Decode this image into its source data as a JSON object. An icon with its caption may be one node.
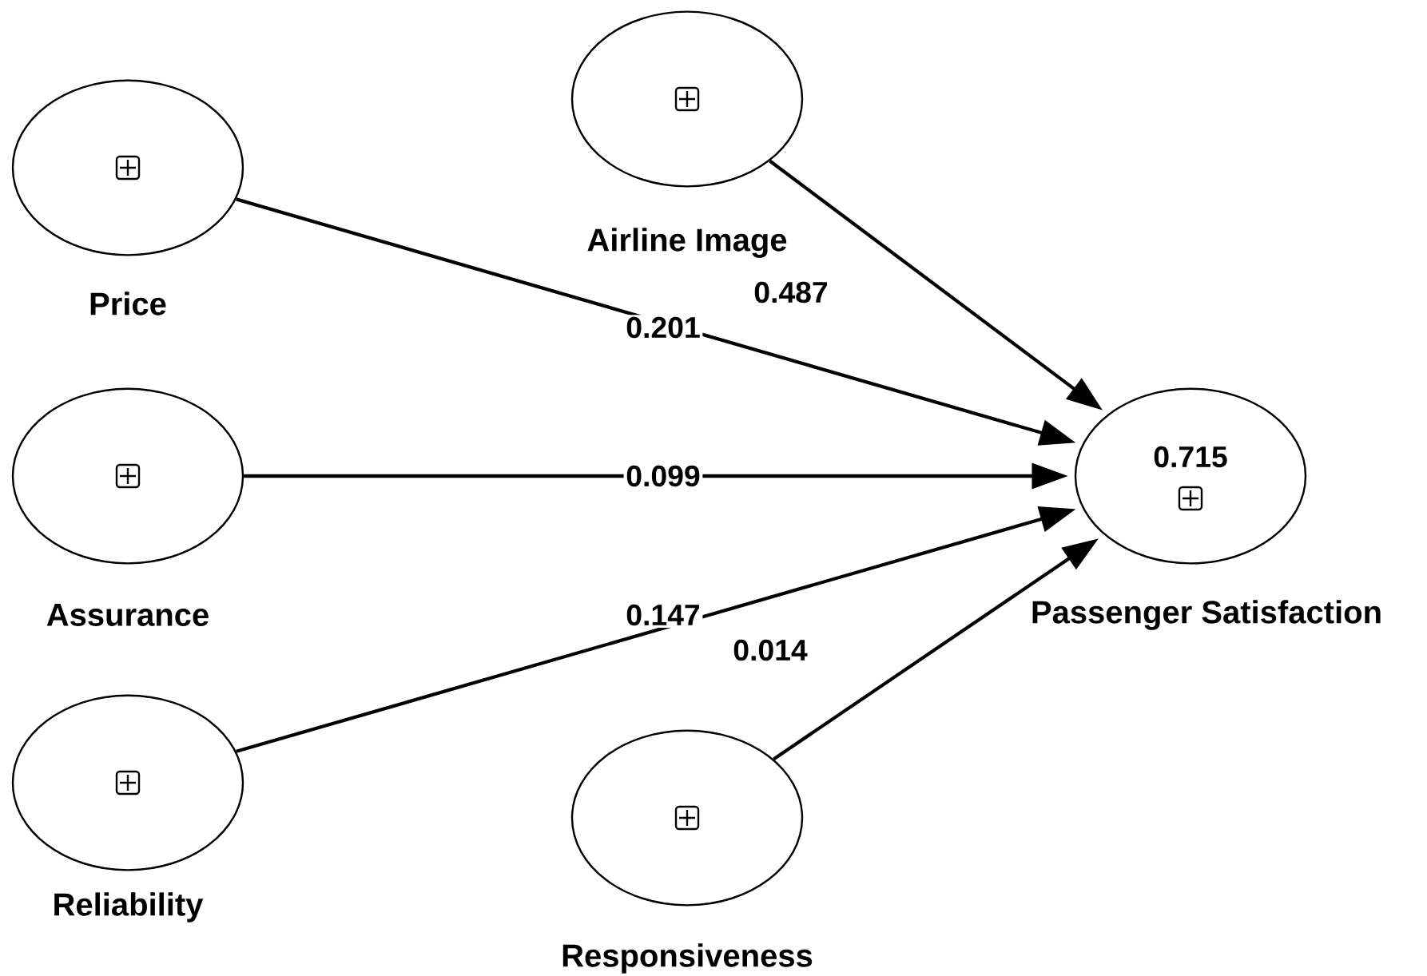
{
  "diagram": {
    "nodes": [
      {
        "text": [
          "Price"
        ]
      },
      {
        "text": [
          "Airline Image"
        ]
      },
      {
        "text": [
          "Assurance"
        ]
      },
      {
        "text": [
          "Reliability"
        ]
      },
      {
        "text": [
          "Responsiveness"
        ]
      },
      {
        "text": [
          "0.715",
          "Passenger Satisfaction"
        ]
      }
    ],
    "edges": [
      {
        "from": 0,
        "to": 5,
        "arrow": "to",
        "label": "0.201"
      },
      {
        "from": 1,
        "to": 5,
        "arrow": "to",
        "label": "0.487"
      },
      {
        "from": 2,
        "to": 5,
        "arrow": "to",
        "label": "0.099"
      },
      {
        "from": 3,
        "to": 5,
        "arrow": "to",
        "label": "0.147"
      },
      {
        "from": 4,
        "to": 5,
        "arrow": "to",
        "label": "0.014"
      }
    ]
  }
}
